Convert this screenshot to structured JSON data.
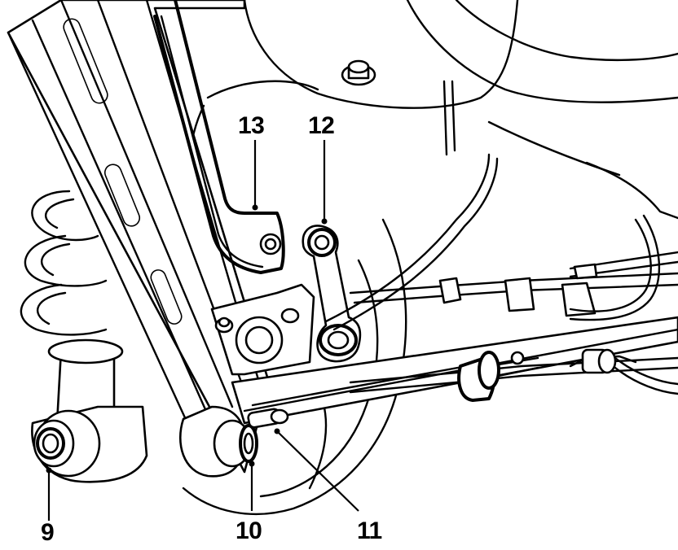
{
  "callouts": [
    {
      "id": "9",
      "label": "9"
    },
    {
      "id": "10",
      "label": "10"
    },
    {
      "id": "11",
      "label": "11"
    },
    {
      "id": "12",
      "label": "12"
    },
    {
      "id": "13",
      "label": "13"
    }
  ],
  "colors": {
    "ink": "#000000",
    "paper": "#ffffff"
  }
}
